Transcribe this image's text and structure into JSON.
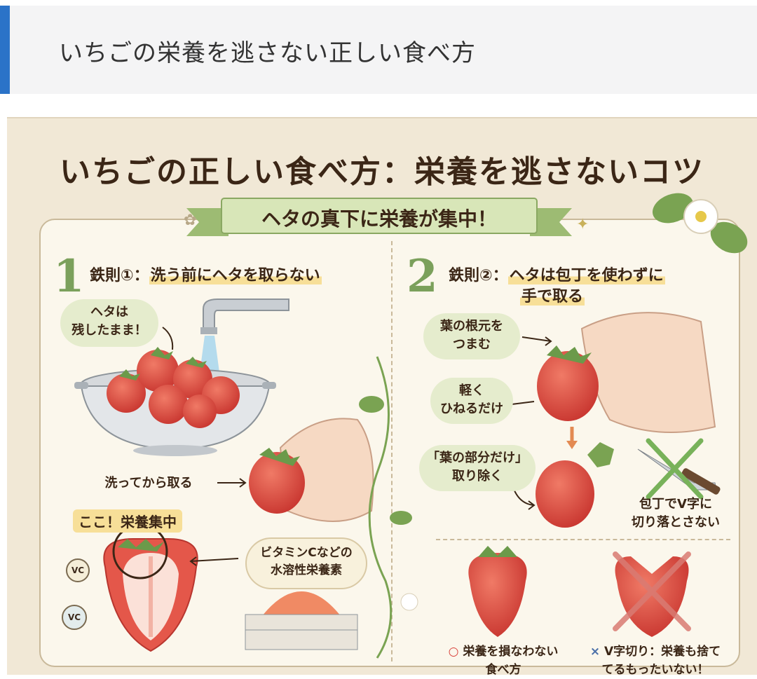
{
  "header": {
    "title": "いちごの栄養を逃さない正しい食べ方"
  },
  "poster": {
    "title": "いちごの正しい食べ方：栄養を逃さないコツ",
    "ribbon": "ヘタの真下に栄養が集中！",
    "rule1": {
      "number": "1",
      "title_prefix": "鉄則①：",
      "title_main": "洗う前にヘタを取らない",
      "bubble_keep": "ヘタは\n残したまま！",
      "label_wash": "洗ってから取る",
      "tag_here": "ここ！栄養集中",
      "vitamin_note": "ビタミンCなどの\n水溶性栄養素",
      "vc_badge": "VC"
    },
    "rule2": {
      "number": "2",
      "title_prefix": "鉄則②：",
      "title_line1": "ヘタは包丁を使わずに",
      "title_line2": "手で取る",
      "bubble_pinch": "葉の根元を\nつまむ",
      "bubble_twist": "軽く\nひねるだけ",
      "bubble_remove": "「葉の部分だけ」\n取り除く",
      "label_knife": "包丁でV字に\n切り落とさない",
      "good_mark": "○",
      "good_text": "栄養を損なわない\n食べ方",
      "bad_mark": "×",
      "bad_text": "V字切り：栄養も捨て\nてるもったいない！"
    }
  },
  "colors": {
    "accent_blue": "#2b73c8",
    "strawberry_red": "#d9443d",
    "leaf_green": "#6b9a4a",
    "highlight_yellow": "#f7df98",
    "bubble_green": "#e5eccd"
  }
}
